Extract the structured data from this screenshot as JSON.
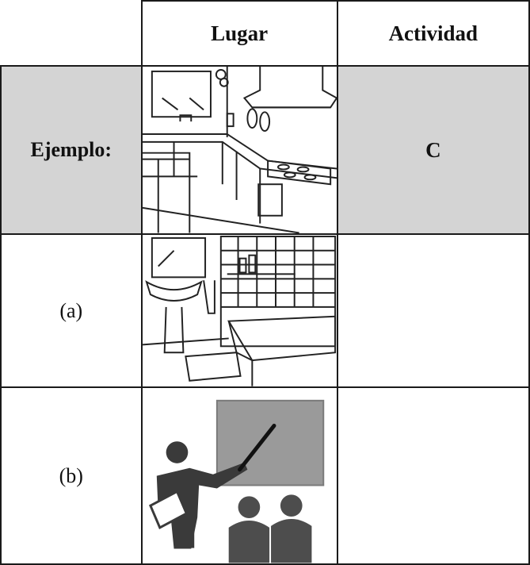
{
  "headers": {
    "place": "Lugar",
    "activity": "Actividad"
  },
  "rows": [
    {
      "label": "Ejemplo:",
      "picture": "kitchen-illustration",
      "activity": "C"
    },
    {
      "label": "(a)",
      "picture": "bathroom-illustration",
      "activity": ""
    },
    {
      "label": "(b)",
      "picture": "classroom-teacher-illustration",
      "activity": ""
    }
  ],
  "colors": {
    "shade": "#d4d4d4",
    "board": "#9a9a9a",
    "figure": "#3a3a3a"
  }
}
